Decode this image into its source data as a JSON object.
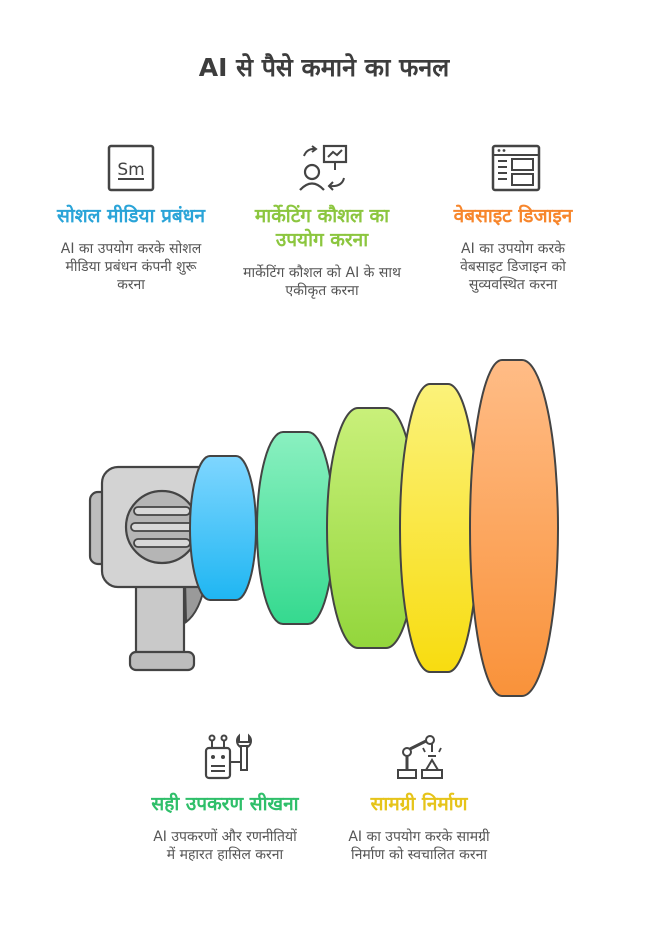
{
  "title": "AI से पैसे कमाने का फनल",
  "colors": {
    "blue": "#2aa4d8",
    "green_light": "#8cc63f",
    "orange": "#f7862c",
    "green": "#2fbf6a",
    "yellow": "#e6c41a"
  },
  "steps": [
    {
      "heading": "सोशल मीडिया प्रबंधन",
      "desc": "AI का उपयोग करके सोशल मीडिया प्रबंधन कंपनी शुरू करना",
      "icon": "social-media-icon",
      "icon_text": "Sm"
    },
    {
      "heading": "मार्केटिंग कौशल का उपयोग करना",
      "desc": "मार्केटिंग कौशल को AI के साथ एकीकृत करना",
      "icon": "presenter-icon"
    },
    {
      "heading": "वेबसाइट डिजाइन",
      "desc": "AI का उपयोग करके वेबसाइट डिजाइन को सुव्यवस्थित करना",
      "icon": "website-layout-icon"
    },
    {
      "heading": "सही उपकरण सीखना",
      "desc": "AI उपकरणों और रणनीतियों में महारत हासिल करना",
      "icon": "robot-wrench-icon"
    },
    {
      "heading": "सामग्री निर्माण",
      "desc": "AI का उपयोग करके सामग्री निर्माण को स्वचालित करना",
      "icon": "robotic-arm-icon"
    }
  ]
}
